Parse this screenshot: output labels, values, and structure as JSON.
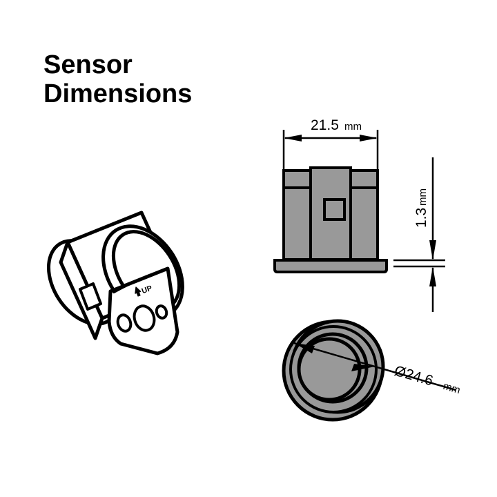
{
  "document": {
    "title_line_1": "Sensor",
    "title_line_2": "Dimensions",
    "background_color": "#ffffff",
    "line_color": "#000000",
    "fill_gray": "#999999",
    "fill_white": "#ffffff"
  },
  "dimensions": {
    "width": {
      "value": "21.5",
      "unit": "mm",
      "label": "21.5 mm",
      "orientation": "horizontal",
      "applies_to": "side-view-body-width"
    },
    "flange_thickness": {
      "value": "1.3",
      "unit": "mm",
      "label": "1.3 mm",
      "orientation": "vertical-rotated",
      "applies_to": "side-view-flange-thickness"
    },
    "diameter": {
      "symbol": "Ø",
      "value": "24.6",
      "unit": "mm",
      "label": "Ø24.6 mm",
      "orientation": "diagonal",
      "applies_to": "top-view-outer-diameter"
    }
  },
  "views": {
    "isometric": {
      "name": "isometric-sensor-view",
      "marking": "UP",
      "marking_arrow": "↑"
    },
    "side": {
      "name": "side-elevation-view"
    },
    "top": {
      "name": "top-plan-view"
    }
  }
}
